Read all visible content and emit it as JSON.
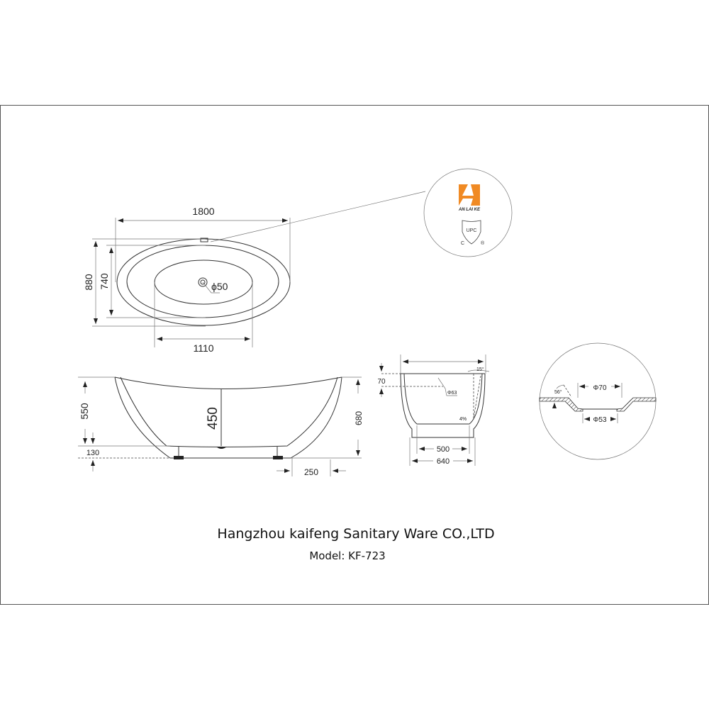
{
  "logo": {
    "brand_text": "AN LAI KE",
    "cert_text": "UPC",
    "cert_c": "C",
    "cert_r": "®",
    "brand_color": "#f08a24"
  },
  "top_view": {
    "length": "1800",
    "width_outer": "880",
    "width_inner": "740",
    "inner_length": "1110",
    "drain": "ϕ50"
  },
  "side_view": {
    "height_rim": "550",
    "inner_depth": "450",
    "base_height": "130",
    "total_height": "680",
    "foot_offset": "250"
  },
  "section_view": {
    "overflow_offset": "70",
    "overflow_diameter": "Φ63",
    "angle": "15°",
    "slope": "4%",
    "bottom_inner": "500",
    "bottom_outer": "640"
  },
  "drain_detail": {
    "angle": "56°",
    "top_diameter": "Φ70",
    "bottom_diameter": "Φ53"
  },
  "footer": {
    "company": "Hangzhou kaifeng Sanitary Ware CO.,LTD",
    "model": "Model: KF-723"
  }
}
